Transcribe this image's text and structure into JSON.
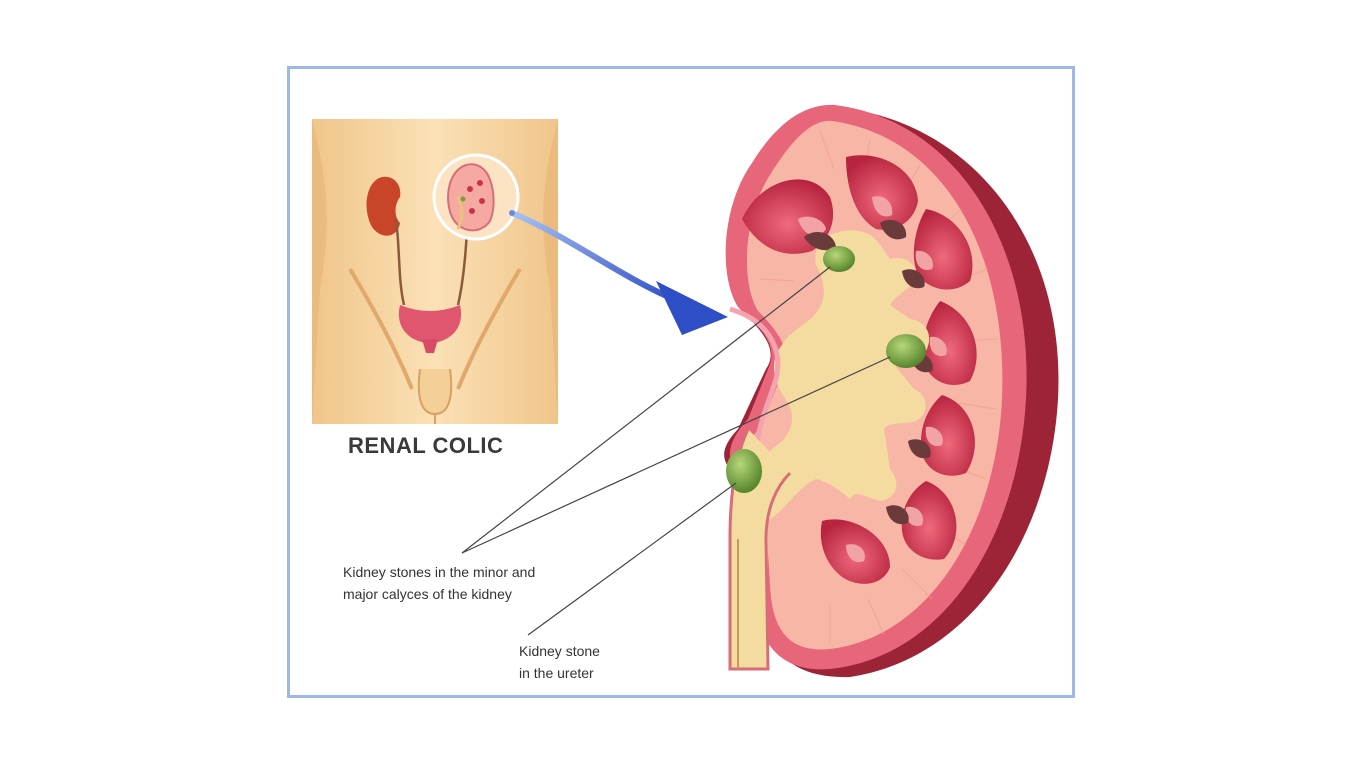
{
  "diagram": {
    "title": "RENAL COLIC",
    "callouts": {
      "calyces": {
        "line1": "Kidney stones in the minor and",
        "line2": "major calyces of the kidney"
      },
      "ureter": {
        "line1": "Kidney stone",
        "line2": "in the ureter"
      }
    }
  },
  "colors": {
    "frame_border": "#9db8e6",
    "skin": "#f6d7a6",
    "kidney_outer": "#c8333f",
    "kidney_cortex": "#f8b7a6",
    "medulla": "#cf3f55",
    "pelvis": "#f4dba0",
    "stone": "#6f9f3a",
    "arrow": "#3a5ecf"
  }
}
